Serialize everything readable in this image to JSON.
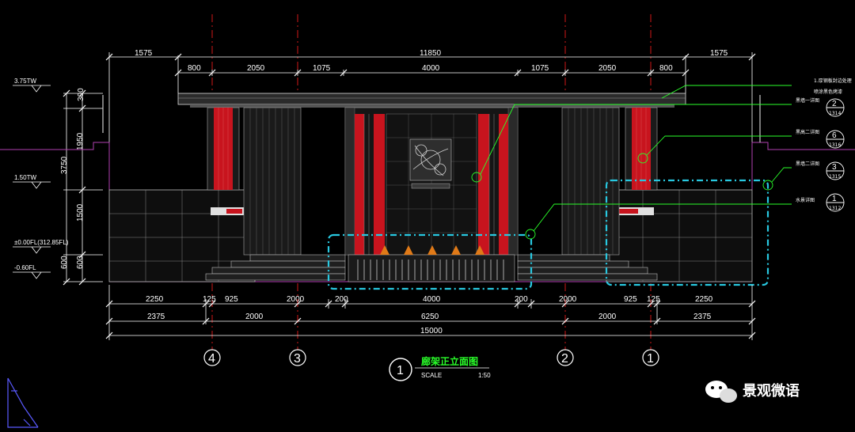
{
  "dimensions": {
    "top_overall": "11850",
    "top_left": "1575",
    "top_right": "1575",
    "top_segments": [
      "800",
      "2050",
      "1075",
      "4000",
      "1075",
      "2050",
      "800"
    ],
    "bottom_row1": [
      "2250",
      "125",
      "925",
      "2000",
      "200",
      "4000",
      "200",
      "2000",
      "925",
      "125",
      "2250"
    ],
    "bottom_row2": [
      "2375",
      "2000",
      "6250",
      "2000",
      "2375"
    ],
    "bottom_total": "15000",
    "left_vertical": [
      "300",
      "1950",
      "1500",
      "600"
    ],
    "left_vertical_total": "3750",
    "left_extra": "600"
  },
  "levels": [
    "3.75TW",
    "1.50TW",
    "±0.00FL(312.85FL)",
    "-0.60FL"
  ],
  "callouts": [
    {
      "number": "2",
      "ref": "1314",
      "note": "黑墙一详图"
    },
    {
      "number": "6",
      "ref": "1316",
      "note": "黑高二详图"
    },
    {
      "number": "3",
      "ref": "1315",
      "note": "黑墙二详图"
    },
    {
      "number": "1",
      "ref": "1312",
      "note": "水景详图"
    }
  ],
  "top_notes": [
    "1.厚钢板封边处理",
    "喷涂黑色烤漆"
  ],
  "axes": [
    "4",
    "3",
    "2",
    "1"
  ],
  "title": {
    "number": "1",
    "name": "廊架正立面图",
    "scale_label": "SCALE",
    "scale_value": "1:50"
  },
  "watermark": "景观微语",
  "colors": {
    "background": "#000000",
    "dimension": "#ffffff",
    "leader": "#2aff2a",
    "axis_line": "#d01818",
    "column_red": "#c8141e",
    "highlight_box": "#28c8e0",
    "site_line": "#b040b0",
    "panel_dark": "#1a1a1a"
  }
}
